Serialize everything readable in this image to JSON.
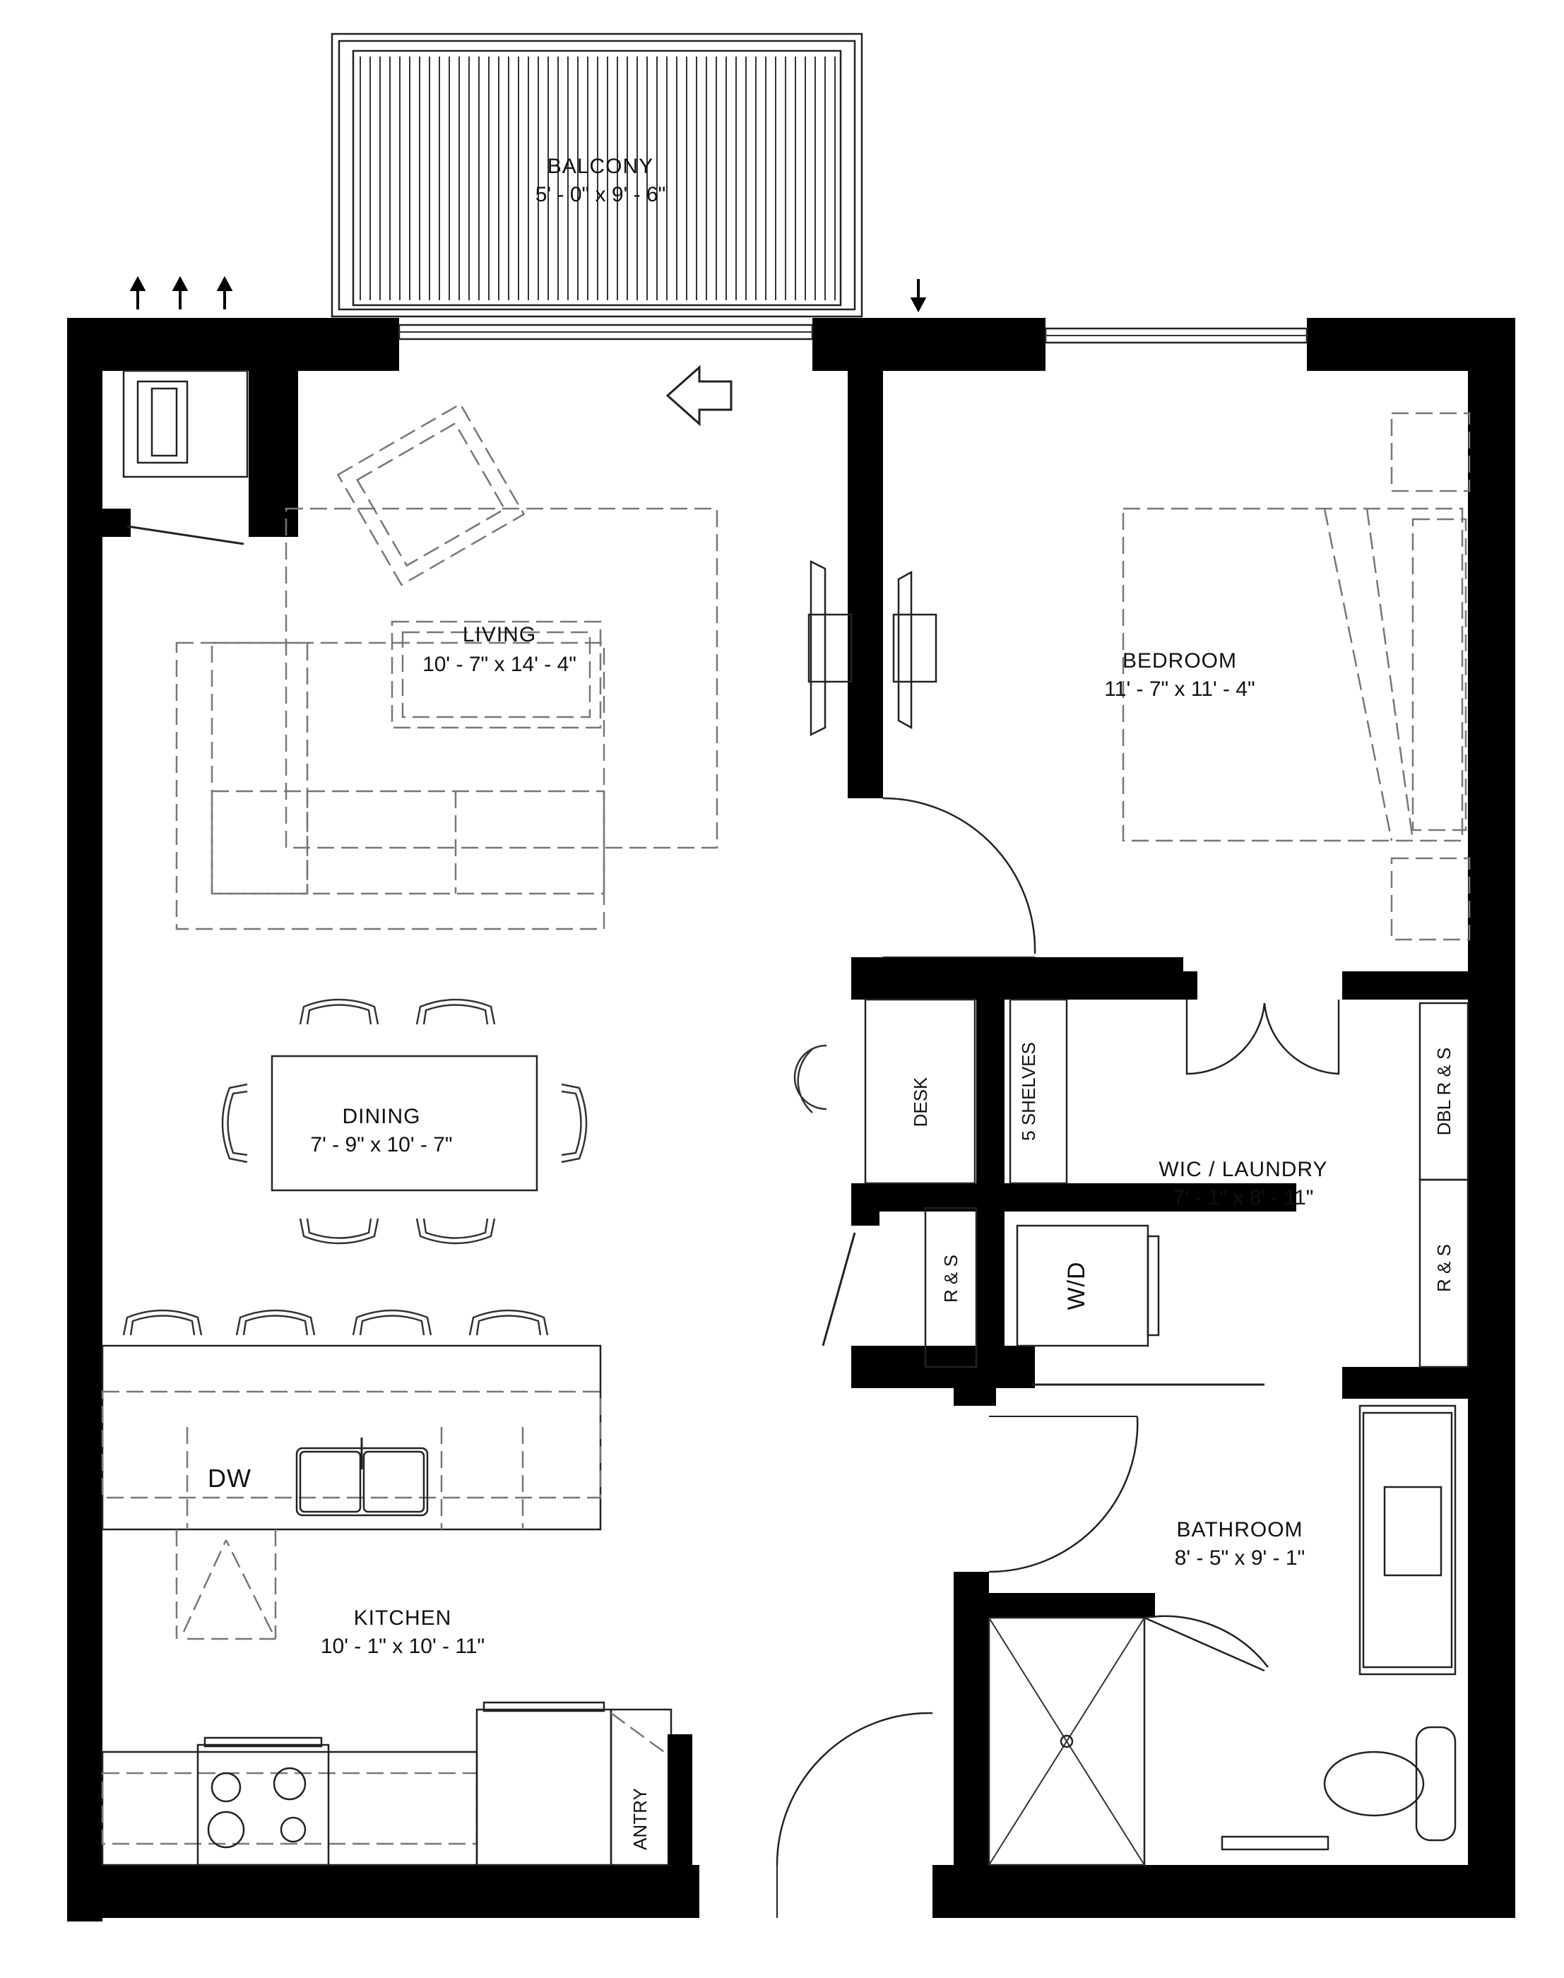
{
  "rooms": {
    "balcony": {
      "name": "BALCONY",
      "dims": "5' - 0\" x 9' - 6\""
    },
    "living": {
      "name": "LIVING",
      "dims": "10' - 7\" x 14' - 4\""
    },
    "bedroom": {
      "name": "BEDROOM",
      "dims": "11' - 7\" x 11' - 4\""
    },
    "dining": {
      "name": "DINING",
      "dims": "7' - 9\" x 10' - 7\""
    },
    "wic": {
      "name": "WIC / LAUNDRY",
      "dims": "7' - 1\" x 8' - 11\""
    },
    "bathroom": {
      "name": "BATHROOM",
      "dims": "8' - 5\" x 9' - 1\""
    },
    "kitchen": {
      "name": "KITCHEN",
      "dims": "10' - 1\" x 10' - 11\""
    }
  },
  "labels": {
    "desk": "DESK",
    "shelves": "5 SHELVES",
    "dbl_rs": "DBL R & S",
    "rs_left": "R & S",
    "rs_right": "R & S",
    "wd": "W/D",
    "dw": "DW",
    "pantry": "ANTRY"
  }
}
